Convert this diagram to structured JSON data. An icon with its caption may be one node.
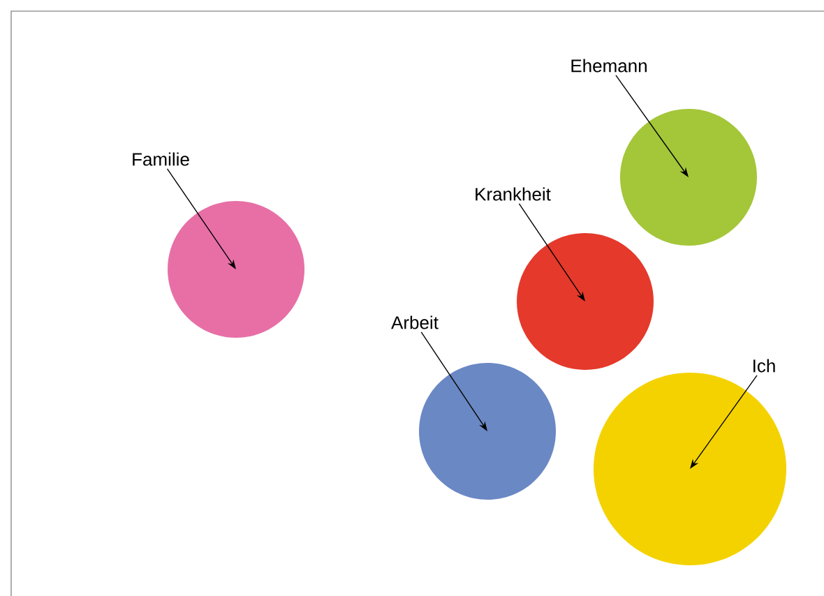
{
  "diagram": {
    "nodes": [
      {
        "text": [
          "Ehemann"
        ]
      },
      {
        "text": [
          "Familie"
        ]
      },
      {
        "text": [
          "Krankheit"
        ]
      },
      {
        "text": [
          "Arbeit"
        ]
      },
      {
        "text": [
          "Ich"
        ]
      },
      {
        "text": [],
        "shape": "circle"
      },
      {
        "text": [],
        "shape": "circle"
      },
      {
        "text": [],
        "shape": "circle"
      },
      {
        "text": [],
        "shape": "circle"
      },
      {
        "text": [],
        "shape": "circle"
      }
    ],
    "edges": [
      {
        "from": 0,
        "to": 5,
        "arrow": "to"
      },
      {
        "from": 1,
        "to": 6,
        "arrow": "to"
      },
      {
        "from": 2,
        "to": 7,
        "arrow": "to"
      },
      {
        "from": 3,
        "to": 8,
        "arrow": "to"
      },
      {
        "from": 4,
        "to": 9,
        "arrow": "to"
      }
    ]
  }
}
